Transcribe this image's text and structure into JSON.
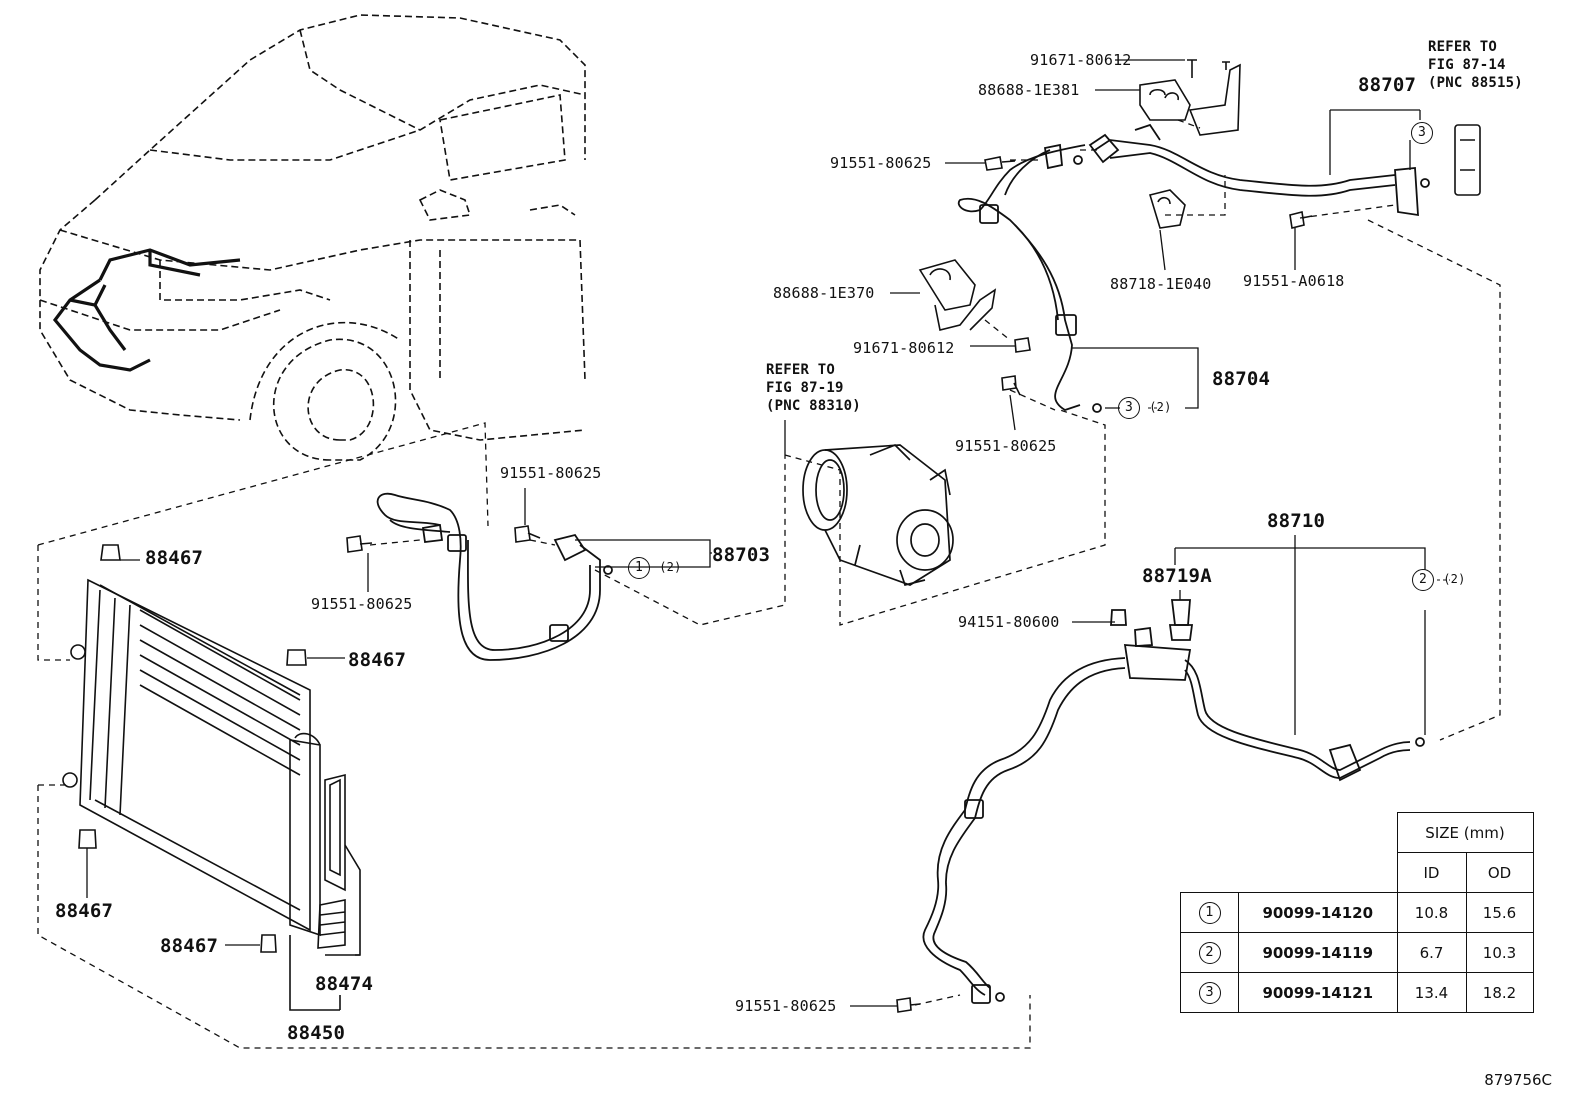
{
  "labels": {
    "p91671_top": "91671-80612",
    "p88688_1E381": "88688-1E381",
    "p91551_top": "91551-80625",
    "p88707": "88707",
    "p88718": "88718-1E040",
    "p91551_A0618": "91551-A0618",
    "p88688_1E370": "88688-1E370",
    "p91671_mid": "91671-80612",
    "p88704": "88704",
    "p91551_mid": "91551-80625",
    "p91551_center": "91551-80625",
    "p91551_left": "91551-80625",
    "p88703": "88703",
    "p88467_a": "88467",
    "p88467_b": "88467",
    "p88467_c": "88467",
    "p88467_d": "88467",
    "p88474": "88474",
    "p88450": "88450",
    "p88710": "88710",
    "p88719A": "88719A",
    "p94151": "94151-80600",
    "p91551_bottom": "91551-80625"
  },
  "refers": {
    "compressor": "REFER TO\nFIG 87-19\n(PNC 88310)",
    "valve": "REFER TO\nFIG 87-14\n(PNC 88515)"
  },
  "callouts": {
    "c1": "1",
    "c2": "2",
    "c3a": "3",
    "c3b": "3",
    "q1": "(2)",
    "q2": "(2)",
    "q3": "(2)"
  },
  "size_table": {
    "header": "SIZE (mm)",
    "col_id": "ID",
    "col_od": "OD",
    "rows": [
      {
        "mark": "1",
        "part": "90099-14120",
        "id": "10.8",
        "od": "15.6"
      },
      {
        "mark": "2",
        "part": "90099-14119",
        "id": "6.7",
        "od": "10.3"
      },
      {
        "mark": "3",
        "part": "90099-14121",
        "id": "13.4",
        "od": "18.2"
      }
    ]
  },
  "figure_number": "879756C"
}
